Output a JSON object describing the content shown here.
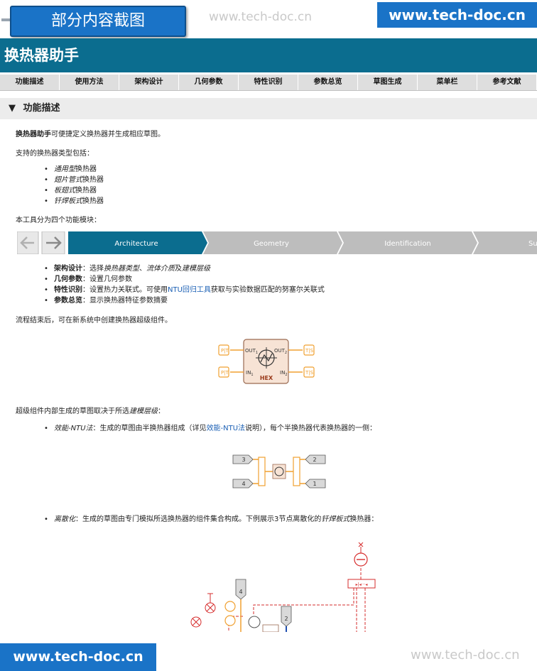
{
  "header": {
    "tag_label": "部分内容截图",
    "watermark": "www.tech-doc.cn",
    "brand": "www.tech-doc.cn"
  },
  "title": "换热器助手",
  "nav": [
    "功能描述",
    "使用方法",
    "架构设计",
    "几何参数",
    "特性识别",
    "参数总览",
    "草图生成",
    "菜单栏",
    "参考文献"
  ],
  "section": {
    "arrow": "▼",
    "title": "功能描述"
  },
  "intro": {
    "bold": "换热器助手",
    "rest": "可便捷定义换热器并生成相应草图。"
  },
  "types_intro": "支持的换热器类型包括：",
  "types": [
    {
      "i": "通用型",
      "t": "换热器"
    },
    {
      "i": "翅片管式",
      "t": "换热器"
    },
    {
      "i": "板翅式",
      "t": "换热器"
    },
    {
      "i": "钎焊板式",
      "t": "换热器"
    }
  ],
  "modules_intro": "本工具分为四个功能模块：",
  "wizard": {
    "back_icon": "arrow-left-icon",
    "forward_icon": "arrow-right-icon",
    "steps": [
      "Architecture",
      "Geometry",
      "Identification",
      "Su"
    ]
  },
  "modules": {
    "m1": {
      "label": "架构设计",
      "sep": "：选择",
      "a": "换热器类型",
      "b": "、",
      "c": "流体介质",
      "d": "及",
      "e": "建模层级"
    },
    "m2": {
      "label": "几何参数",
      "rest": "：设置几何参数"
    },
    "m3": {
      "label": "特性识别",
      "pre": "：设置热力关联式。可使用",
      "link": "NTU回归工具",
      "post": "获取与实验数据匹配的努塞尔关联式"
    },
    "m4": {
      "label": "参数总览",
      "rest": "：显示换热器特征参数摘要"
    }
  },
  "after_flow": "流程结束后，可在新系统中创建换热器超级组件。",
  "hex_block": {
    "out1": "OUT",
    "out2": "OUT",
    "in1": "IN",
    "in2": "IN",
    "sub1": "1",
    "sub2": "2",
    "name": "HEX"
  },
  "sketch_intro": {
    "pre": "超级组件内部生成的草图取决于所选",
    "i": "建模层级",
    "post": "："
  },
  "ntu": {
    "i": "效能-NTU法",
    "pre": "：生成的草图由半换热器组成（详见",
    "link": "效能-NTU法",
    "post": "说明），每个半换热器代表换热器的一侧："
  },
  "ports": [
    "3",
    "2",
    "4",
    "1"
  ],
  "disc": {
    "i": "离散化",
    "pre": "：生成的草图由专门模拟所选换热器的组件集合构成。下例展示3节点离散化的",
    "i2": "钎焊板式",
    "post": "换热器："
  },
  "disc_ports": [
    "4",
    "2"
  ]
}
